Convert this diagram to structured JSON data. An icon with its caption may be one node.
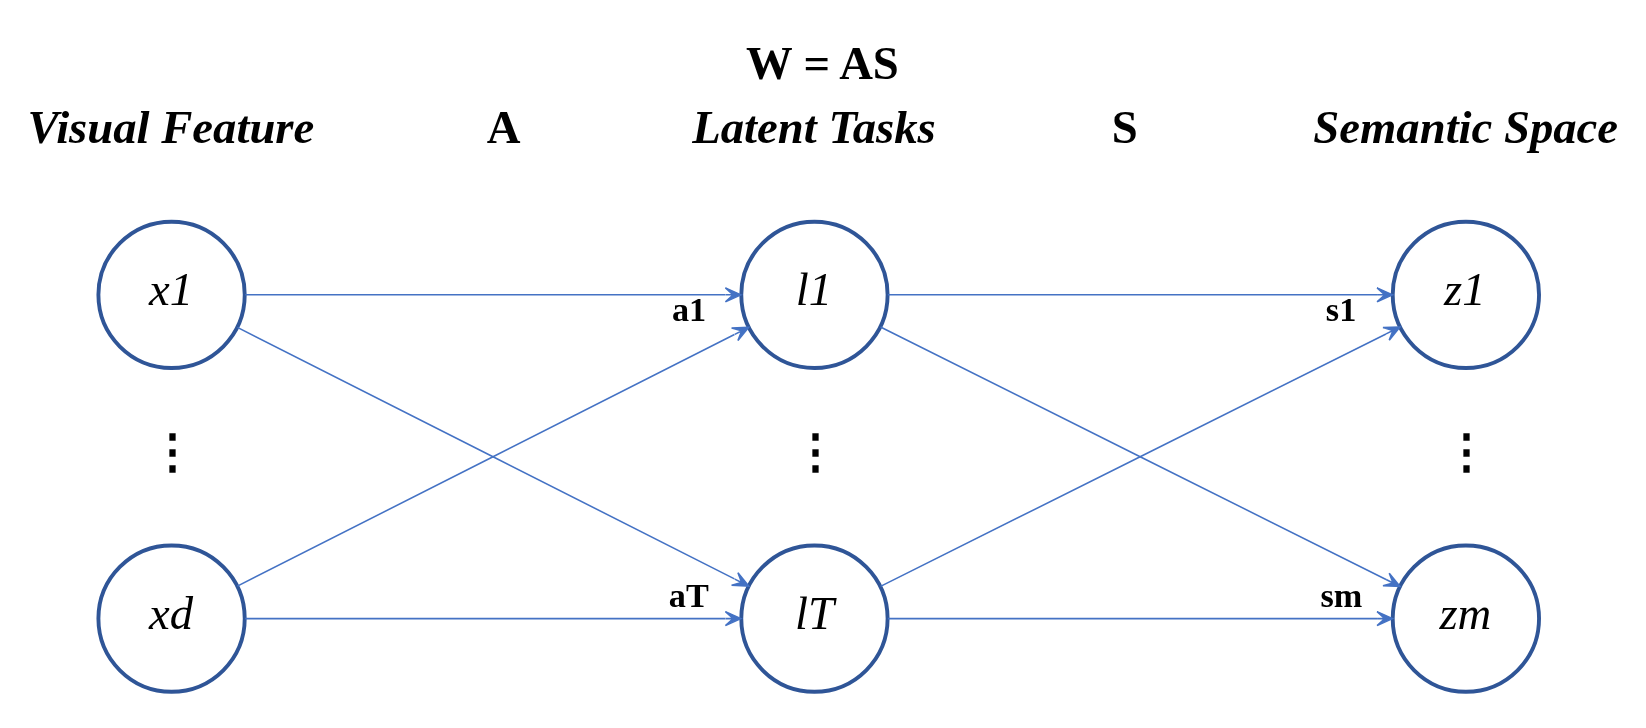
{
  "diagram": {
    "title": "W = AS",
    "nodes": [
      {
        "text": [
          "x1"
        ]
      },
      {
        "text": [
          "xd"
        ]
      },
      {
        "text": [
          "l1"
        ]
      },
      {
        "text": [
          "lT"
        ]
      },
      {
        "text": [
          "z1"
        ]
      },
      {
        "text": [
          "zm"
        ]
      }
    ],
    "edges": [
      {
        "from": 0,
        "to": 2,
        "arrow": "to",
        "label": "a1"
      },
      {
        "from": 0,
        "to": 3,
        "arrow": "to"
      },
      {
        "from": 1,
        "to": 2,
        "arrow": "to"
      },
      {
        "from": 1,
        "to": 3,
        "arrow": "to",
        "label": "aT"
      },
      {
        "from": 2,
        "to": 4,
        "arrow": "to",
        "label": "s1"
      },
      {
        "from": 2,
        "to": 5,
        "arrow": "to"
      },
      {
        "from": 3,
        "to": 4,
        "arrow": "to"
      },
      {
        "from": 3,
        "to": 5,
        "arrow": "to",
        "label": "sm"
      }
    ],
    "labels": [
      "Visual Feature",
      "A",
      "Latent Tasks",
      "S",
      "Semantic Space",
      "⋮",
      "⋮",
      "⋮"
    ]
  }
}
